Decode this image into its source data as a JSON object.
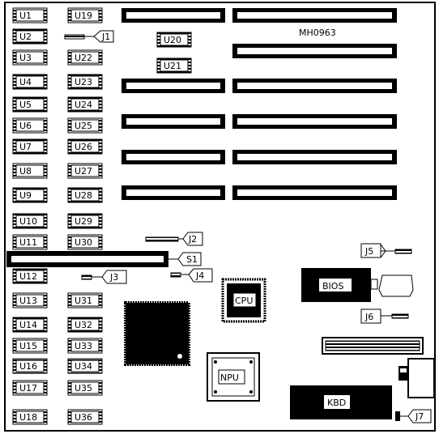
{
  "model": "MH0963",
  "chips_left": [
    "U1",
    "U2",
    "U3",
    "U4",
    "U5",
    "U6",
    "U7",
    "U8",
    "U9",
    "U10",
    "U11",
    "U12",
    "U13",
    "U14",
    "U15",
    "U16",
    "U17",
    "U18"
  ],
  "chips_right": [
    "U19",
    "U22",
    "U23",
    "U24",
    "U25",
    "U26",
    "U27",
    "U28",
    "U29",
    "U30",
    "U31",
    "U32",
    "U33",
    "U34",
    "U35",
    "U36"
  ],
  "chips_mid": [
    "U20",
    "U21"
  ],
  "jumpers": {
    "j1": "J1",
    "j2": "J2",
    "j3": "J3",
    "j4": "J4",
    "j5": "J5",
    "j6": "J6",
    "j7": "J7"
  },
  "switch": "S1",
  "components": {
    "cpu": "CPU",
    "npu": "NPU",
    "bios": "BIOS",
    "kbd": "KBD"
  }
}
